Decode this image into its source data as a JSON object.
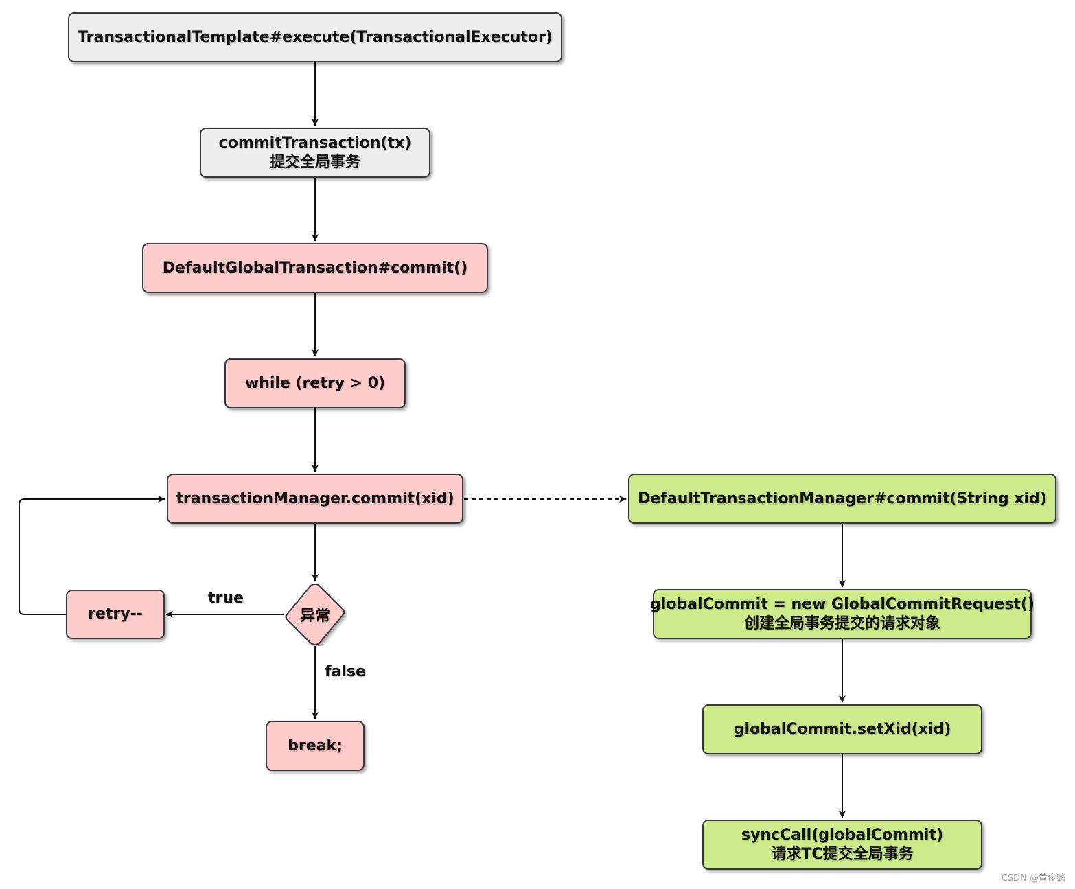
{
  "nodes": {
    "template_execute": {
      "lines": [
        "TransactionalTemplate#execute(TransactionalExecutor)"
      ]
    },
    "commit_transaction": {
      "lines": [
        "commitTransaction(tx)",
        "提交全局事务"
      ]
    },
    "default_global_commit": {
      "lines": [
        "DefaultGlobalTransaction#commit()"
      ]
    },
    "while_retry": {
      "lines": [
        "while (retry > 0)"
      ]
    },
    "tm_commit": {
      "lines": [
        "transactionManager.commit(xid)"
      ]
    },
    "exception_check": {
      "lines": [
        "异常"
      ]
    },
    "retry_decrement": {
      "lines": [
        "retry--"
      ]
    },
    "break_stmt": {
      "lines": [
        "break;"
      ]
    },
    "default_tm_commit": {
      "lines": [
        "DefaultTransactionManager#commit(String xid)"
      ]
    },
    "global_commit_request": {
      "lines": [
        "globalCommit = new GlobalCommitRequest()",
        "创建全局事务提交的请求对象"
      ]
    },
    "set_xid": {
      "lines": [
        "globalCommit.setXid(xid)"
      ]
    },
    "sync_call": {
      "lines": [
        "syncCall(globalCommit)",
        "请求TC提交全局事务"
      ]
    }
  },
  "edge_labels": {
    "true_label": "true",
    "false_label": "false"
  },
  "watermark": "CSDN @黄俊懿",
  "colors": {
    "gray_fill": "#eeeeee",
    "pink_fill": "#ffcccc",
    "green_fill": "#cdeb8b",
    "stroke": "#36393d"
  }
}
